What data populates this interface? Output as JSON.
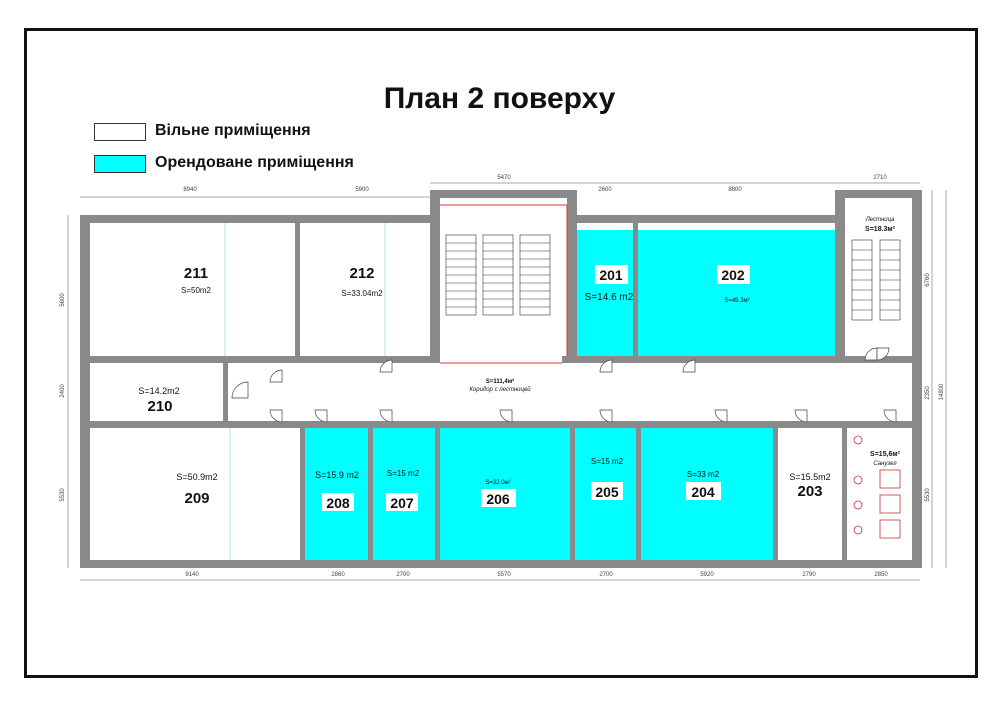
{
  "title": "План 2 поверху",
  "legend": {
    "free": {
      "label": "Вільне приміщення",
      "color": "#ffffff"
    },
    "rented": {
      "label": "Орендоване приміщення",
      "color": "#00ffff"
    }
  },
  "colors": {
    "wall": "#7f7f7f",
    "rented": "#00ffff",
    "free": "#ffffff"
  },
  "rooms": {
    "r211": {
      "number": "211",
      "area": "S=50m2"
    },
    "r212": {
      "number": "212",
      "area": "S=33.04m2"
    },
    "r201": {
      "number": "201",
      "area": "S=14.6 m2"
    },
    "r202": {
      "number": "202",
      "area": "S=49.3м²"
    },
    "stair_right": {
      "label": "Лестница",
      "area": "S=18.3м²"
    },
    "r210": {
      "number": "210",
      "area": "S=14.2m2"
    },
    "corridor": {
      "area": "S=111,4м²",
      "label": "Коридор с лестницей"
    },
    "r209": {
      "number": "209",
      "area": "S=50.9m2"
    },
    "r208": {
      "number": "208",
      "area": "S=15.9 m2"
    },
    "r207": {
      "number": "207",
      "area": "S=15 m2"
    },
    "r206": {
      "number": "206",
      "area": "S=32.0м²"
    },
    "r205": {
      "number": "205",
      "area": "S=15 m2"
    },
    "r204": {
      "number": "204",
      "area": "S=33 m2"
    },
    "r203": {
      "number": "203",
      "area": "S=15.5m2"
    },
    "wc": {
      "area": "S=15,6м²",
      "label": "Санузел"
    }
  },
  "dims": {
    "top": [
      "8940",
      "5900",
      "5470",
      "2600",
      "8800",
      "2710"
    ],
    "bottom": [
      "9140",
      "2860",
      "2700",
      "5570",
      "2700",
      "5920",
      "2790",
      "2850"
    ],
    "left": [
      "5600",
      "2400",
      "5530"
    ],
    "right": [
      "6760",
      "2350",
      "5530",
      "14800"
    ]
  }
}
